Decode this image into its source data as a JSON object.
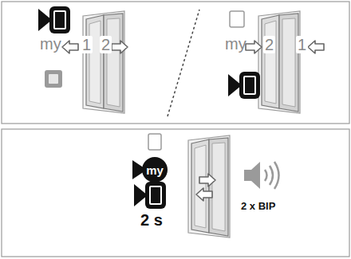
{
  "diagram": {
    "nodes": [
      {
        "text": [
          "my"
        ]
      }
    ],
    "labels": [
      "my",
      "1",
      "2",
      "my",
      "2",
      "1",
      "2 s",
      "2 x BIP"
    ]
  }
}
